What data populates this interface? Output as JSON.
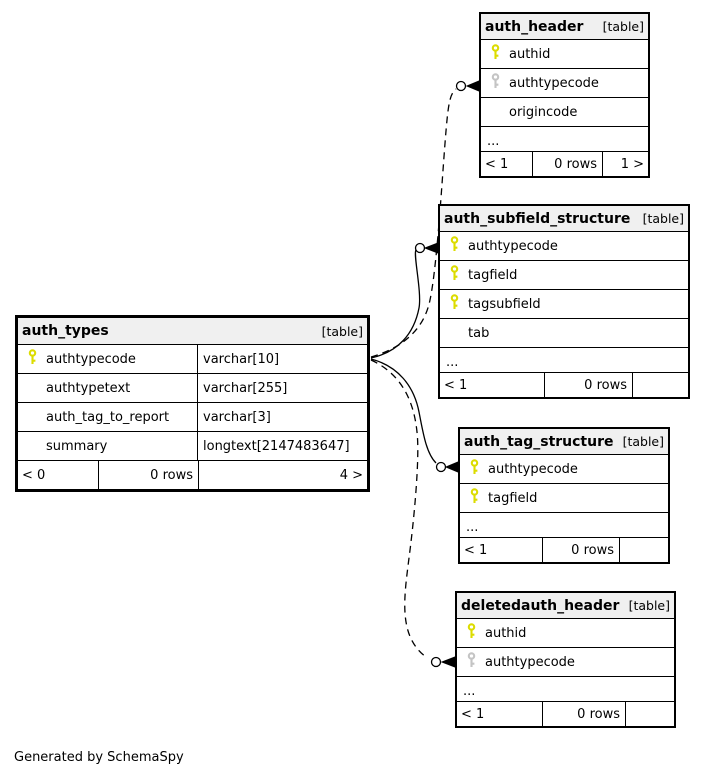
{
  "note": "Generated by SchemaSpy",
  "colors": {
    "pk_key": "#dcdc00",
    "fk_key": "#c4c4c4",
    "header_bg": "#f0f0f0",
    "line": "#000000"
  },
  "tables": {
    "auth_header": {
      "title": "auth_header",
      "tag": "[table]",
      "columns": [
        {
          "name": "authid",
          "key": "pk"
        },
        {
          "name": "authtypecode",
          "key": "fk"
        },
        {
          "name": "origincode",
          "key": ""
        }
      ],
      "ellipsis": "...",
      "footer": {
        "prev": "< 1",
        "rows": "0 rows",
        "next": "1 >"
      }
    },
    "auth_subfield_structure": {
      "title": "auth_subfield_structure",
      "tag": "[table]",
      "columns": [
        {
          "name": "authtypecode",
          "key": "pk"
        },
        {
          "name": "tagfield",
          "key": "pk"
        },
        {
          "name": "tagsubfield",
          "key": "pk"
        },
        {
          "name": "tab",
          "key": ""
        }
      ],
      "ellipsis": "...",
      "footer": {
        "prev": "< 1",
        "rows": "0 rows",
        "next": ""
      }
    },
    "auth_types": {
      "title": "auth_types",
      "tag": "[table]",
      "columns": [
        {
          "name": "authtypecode",
          "type": "varchar[10]",
          "key": "pk"
        },
        {
          "name": "authtypetext",
          "type": "varchar[255]",
          "key": ""
        },
        {
          "name": "auth_tag_to_report",
          "type": "varchar[3]",
          "key": ""
        },
        {
          "name": "summary",
          "type": "longtext[2147483647]",
          "key": ""
        }
      ],
      "footer": {
        "prev": "< 0",
        "rows": "0 rows",
        "next": "4 >"
      }
    },
    "auth_tag_structure": {
      "title": "auth_tag_structure",
      "tag": "[table]",
      "columns": [
        {
          "name": "authtypecode",
          "key": "pk"
        },
        {
          "name": "tagfield",
          "key": "pk"
        }
      ],
      "ellipsis": "...",
      "footer": {
        "prev": "< 1",
        "rows": "0 rows",
        "next": ""
      }
    },
    "deletedauth_header": {
      "title": "deletedauth_header",
      "tag": "[table]",
      "columns": [
        {
          "name": "authid",
          "key": "pk"
        },
        {
          "name": "authtypecode",
          "key": "fk"
        }
      ],
      "ellipsis": "...",
      "footer": {
        "prev": "< 1",
        "rows": "0 rows",
        "next": ""
      }
    }
  },
  "relationships": [
    {
      "from": "auth_types.authtypecode",
      "to": "auth_header.authtypecode",
      "style": "dashed"
    },
    {
      "from": "auth_types.authtypecode",
      "to": "auth_subfield_structure.authtypecode",
      "style": "solid"
    },
    {
      "from": "auth_types.authtypecode",
      "to": "auth_tag_structure.authtypecode",
      "style": "solid"
    },
    {
      "from": "auth_types.authtypecode",
      "to": "deletedauth_header.authtypecode",
      "style": "dashed"
    }
  ]
}
